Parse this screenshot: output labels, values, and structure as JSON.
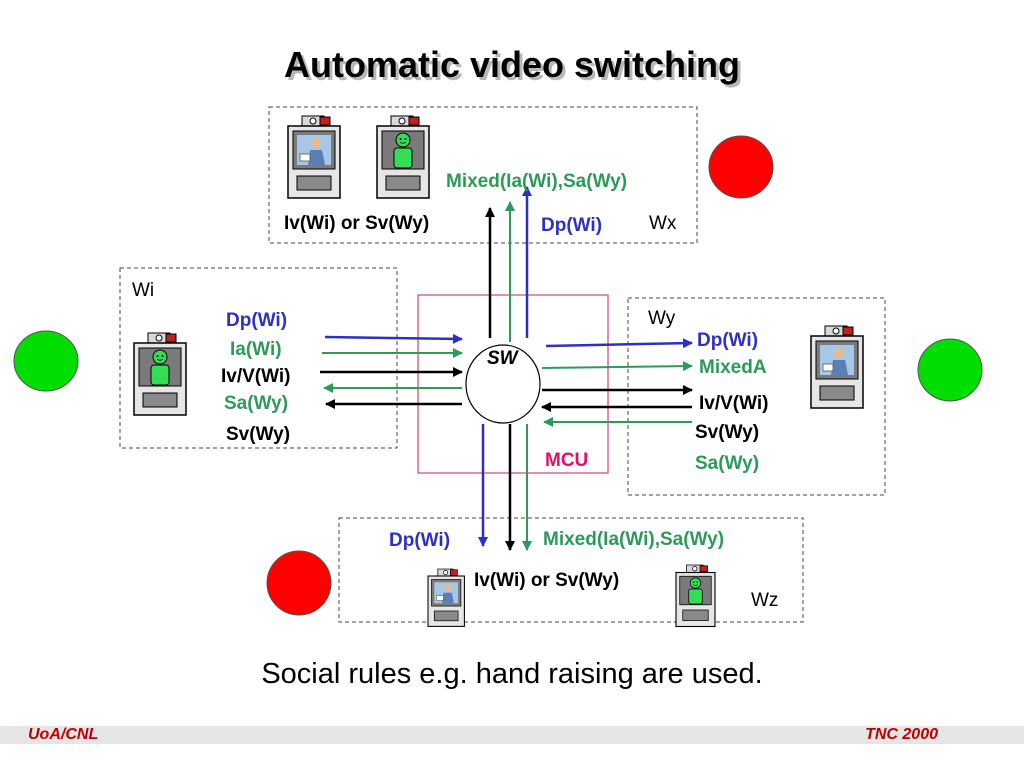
{
  "title": "Automatic video switching",
  "caption": "Social rules e.g. hand raising are used.",
  "footer": {
    "left": "UoA/CNL",
    "right": "TNC 2000"
  },
  "colors": {
    "blue": "#2f2fc4",
    "green": "#2e9a5a",
    "magenta": "#e0106a",
    "red_light": "#ff0000",
    "green_light": "#00dd00"
  },
  "switch": {
    "label": "SW",
    "container_label": "MCU"
  },
  "stations": {
    "wx": {
      "name": "Wx",
      "labels": {
        "output": "Iv(Wi) or Sv(Wy)",
        "mixed": "Mixed(Ia(Wi),Sa(Wy)",
        "dp": "Dp(Wi)"
      },
      "status_light": "red"
    },
    "wi": {
      "name": "Wi",
      "labels": [
        "Dp(Wi)",
        "Ia(Wi)",
        "Iv/V(Wi)",
        "Sa(Wy)",
        "Sv(Wy)"
      ],
      "status_light": "green"
    },
    "wy": {
      "name": "Wy",
      "labels": [
        "Dp(Wi)",
        "MixedA",
        "Iv/V(Wi)",
        "Sv(Wy)",
        "Sa(Wy)"
      ],
      "status_light": "green"
    },
    "wz": {
      "name": "Wz",
      "labels": {
        "dp": "Dp(Wi)",
        "mixed": "Mixed(Ia(Wi),Sa(Wy)",
        "output": "Iv(Wi) or Sv(Wy)"
      },
      "status_light": "red"
    }
  },
  "icons": [
    "camera-icon",
    "monitor-icon",
    "person-icon",
    "avatar-icon",
    "status-light-icon"
  ]
}
